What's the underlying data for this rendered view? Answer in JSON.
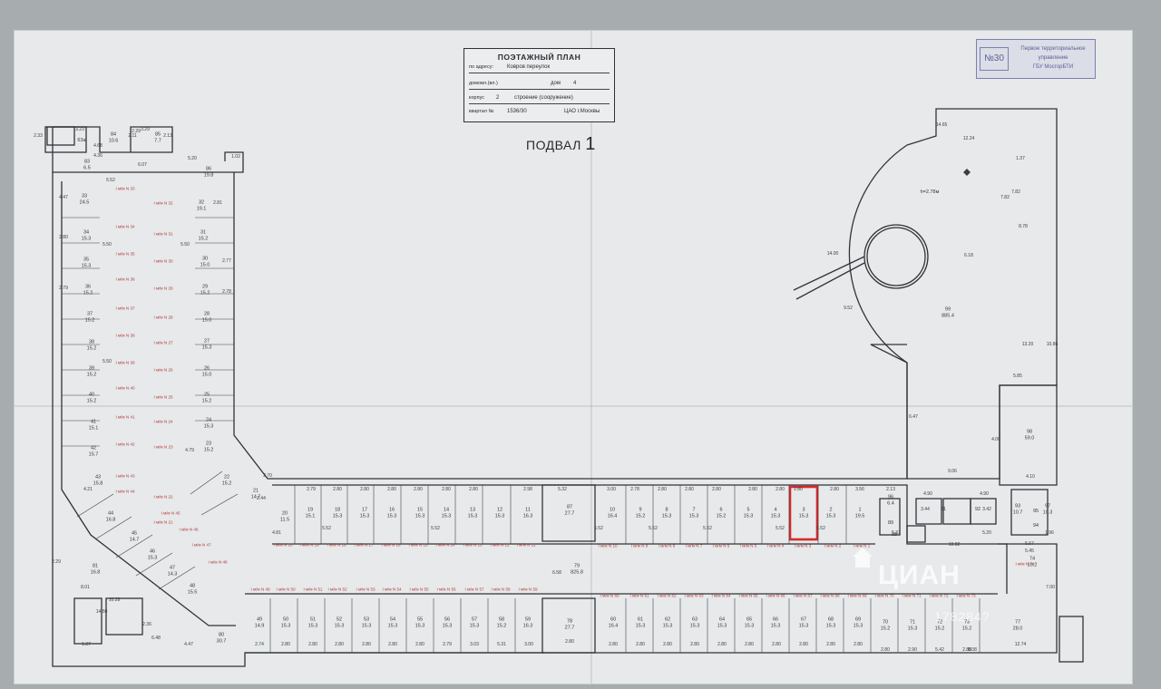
{
  "title_block": {
    "heading": "ПОЭТАЖНЫЙ ПЛАН",
    "address_label": "по адресу:",
    "address_value": "Ковров переулок",
    "house_label": "домовл.(вл.)",
    "house_sub": "дом",
    "house_value": "4",
    "korpus_label": "корпус",
    "korpus_value": "2",
    "building_label": "строение (сооружение)",
    "quarter_label": "квартал №",
    "quarter_value": "1536/30",
    "district_value": "ЦАО г.Москвы"
  },
  "stamp": {
    "number": "№30",
    "org_line1": "Первое территориальное",
    "org_line2": "управление",
    "org_line3": "ГБУ МосгорБТИ"
  },
  "floor_label": {
    "text": "ПОДВАЛ",
    "number": "1"
  },
  "rooms": [
    {
      "id": "84",
      "area": "10.6"
    },
    {
      "id": "85",
      "area": "7.7"
    },
    {
      "id": "63а",
      "area": ""
    },
    {
      "id": "83",
      "area": "6.5"
    },
    {
      "id": "86",
      "area": "19.8"
    },
    {
      "id": "33",
      "area": "24.5"
    },
    {
      "id": "34",
      "area": "15.3"
    },
    {
      "id": "35",
      "area": "15.3"
    },
    {
      "id": "36",
      "area": "15.2"
    },
    {
      "id": "37",
      "area": "15.2"
    },
    {
      "id": "38",
      "area": "15.2"
    },
    {
      "id": "39",
      "area": "15.2"
    },
    {
      "id": "40",
      "area": "15.2"
    },
    {
      "id": "41",
      "area": "15.1"
    },
    {
      "id": "42",
      "area": "15.7"
    },
    {
      "id": "43",
      "area": "15.8"
    },
    {
      "id": "32",
      "area": "19.1"
    },
    {
      "id": "31",
      "area": "15.2"
    },
    {
      "id": "30",
      "area": "15.0"
    },
    {
      "id": "29",
      "area": "15.2"
    },
    {
      "id": "28",
      "area": "15.0"
    },
    {
      "id": "27",
      "area": "15.3"
    },
    {
      "id": "26",
      "area": "15.0"
    },
    {
      "id": "25",
      "area": "15.2"
    },
    {
      "id": "24",
      "area": "15.3"
    },
    {
      "id": "23",
      "area": "15.2"
    },
    {
      "id": "22",
      "area": "15.2"
    },
    {
      "id": "21",
      "area": "14.7"
    },
    {
      "id": "44",
      "area": "16.8"
    },
    {
      "id": "45",
      "area": "14.7"
    },
    {
      "id": "46",
      "area": "15.3"
    },
    {
      "id": "47",
      "area": "14.3"
    },
    {
      "id": "48",
      "area": "15.5"
    },
    {
      "id": "20",
      "area": "11.5"
    },
    {
      "id": "19",
      "area": "15.1"
    },
    {
      "id": "18",
      "area": "15.3"
    },
    {
      "id": "17",
      "area": "15.3"
    },
    {
      "id": "16",
      "area": "15.3"
    },
    {
      "id": "15",
      "area": "15.3"
    },
    {
      "id": "14",
      "area": "15.3"
    },
    {
      "id": "13",
      "area": "15.3"
    },
    {
      "id": "12",
      "area": "15.3"
    },
    {
      "id": "11",
      "area": "16.3"
    },
    {
      "id": "87",
      "area": "27.7"
    },
    {
      "id": "10",
      "area": "16.4"
    },
    {
      "id": "9",
      "area": "15.2"
    },
    {
      "id": "8",
      "area": "15.3"
    },
    {
      "id": "7",
      "area": "15.3"
    },
    {
      "id": "6",
      "area": "15.2"
    },
    {
      "id": "5",
      "area": "15.3"
    },
    {
      "id": "4",
      "area": "15.3"
    },
    {
      "id": "3",
      "area": "15.3"
    },
    {
      "id": "2",
      "area": "15.3"
    },
    {
      "id": "1",
      "area": "19.5"
    },
    {
      "id": "79",
      "area": "825.8"
    },
    {
      "id": "49",
      "area": "14.9"
    },
    {
      "id": "50",
      "area": "15.3"
    },
    {
      "id": "51",
      "area": "15.3"
    },
    {
      "id": "52",
      "area": "15.3"
    },
    {
      "id": "53",
      "area": "15.3"
    },
    {
      "id": "54",
      "area": "15.3"
    },
    {
      "id": "55",
      "area": "15.3"
    },
    {
      "id": "56",
      "area": "15.3"
    },
    {
      "id": "57",
      "area": "15.3"
    },
    {
      "id": "58",
      "area": "15.2"
    },
    {
      "id": "59",
      "area": "16.3"
    },
    {
      "id": "78",
      "area": "27.7"
    },
    {
      "id": "60",
      "area": "16.4"
    },
    {
      "id": "61",
      "area": "15.3"
    },
    {
      "id": "62",
      "area": "15.3"
    },
    {
      "id": "63",
      "area": "15.3"
    },
    {
      "id": "64",
      "area": "15.3"
    },
    {
      "id": "65",
      "area": "15.3"
    },
    {
      "id": "66",
      "area": "15.3"
    },
    {
      "id": "67",
      "area": "15.3"
    },
    {
      "id": "68",
      "area": "15.3"
    },
    {
      "id": "69",
      "area": "15.3"
    },
    {
      "id": "70",
      "area": "15.2"
    },
    {
      "id": "71",
      "area": "15.3"
    },
    {
      "id": "72",
      "area": "15.2"
    },
    {
      "id": "73",
      "area": "15.2"
    },
    {
      "id": "77",
      "area": "28.0"
    },
    {
      "id": "74",
      "area": "19.2"
    },
    {
      "id": "80",
      "area": "30.7"
    },
    {
      "id": "81",
      "area": "16.8"
    },
    {
      "id": "99",
      "area": "885.4"
    },
    {
      "id": "98",
      "area": "59.0"
    },
    {
      "id": "96",
      "area": "6.4"
    },
    {
      "id": "91",
      "area": ""
    },
    {
      "id": "92",
      "area": ""
    },
    {
      "id": "93",
      "area": "10.7"
    },
    {
      "id": "97",
      "area": "10.3"
    },
    {
      "id": "94",
      "area": ""
    },
    {
      "id": "95",
      "area": ""
    },
    {
      "id": "89",
      "area": ""
    },
    {
      "id": "88",
      "area": ""
    }
  ],
  "place_labels": [
    "I м/м N 33",
    "I м/м N 34",
    "I м/м N 35",
    "I м/м N 36",
    "I м/м N 37",
    "I м/м N 38",
    "I м/м N 39",
    "I м/м N 40",
    "I м/м N 41",
    "I м/м N 42",
    "I м/м N 43",
    "I м/м N 44",
    "I м/м N 32",
    "I м/м N 31",
    "I м/м N 30",
    "I м/м N 29",
    "I м/м N 28",
    "I м/м N 27",
    "I м/м N 26",
    "I м/м N 25",
    "I м/м N 24",
    "I м/м N 23",
    "I м/м N 22",
    "I м/м N 21",
    "I м/м N 45",
    "I м/м N 46",
    "I м/м N 47",
    "I м/м N 48",
    "I м/м N 20",
    "I м/м N 19",
    "I м/м N 18",
    "I м/м N 17",
    "I м/м N 16",
    "I м/м N 15",
    "I м/м N 14",
    "I м/м N 13",
    "I м/м N 12",
    "I м/м N 11",
    "I м/м N 10",
    "I м/м N 9",
    "I м/м N 8",
    "I м/м N 7",
    "I м/м N 6",
    "I м/м N 5",
    "I м/м N 4",
    "I м/м N 3",
    "I м/м N 2",
    "I м/м N 1",
    "I м/м N 49",
    "I м/м N 50",
    "I м/м N 51",
    "I м/м N 52",
    "I м/м N 53",
    "I м/м N 54",
    "I м/м N 55",
    "I м/м N 56",
    "I м/м N 57",
    "I м/м N 58",
    "I м/м N 59",
    "I м/м N 60",
    "I м/м N 61",
    "I м/м N 62",
    "I м/м N 63",
    "I м/м N 64",
    "I м/м N 65",
    "I м/м N 66",
    "I м/м N 67",
    "I м/м N 68",
    "I м/м N 69",
    "I м/м N 70",
    "I м/м N 71",
    "I м/м N 72",
    "I м/м N 73",
    "I м/м N 74"
  ],
  "dimensions": [
    "3.23",
    "2.29",
    "3.29",
    "2.33",
    "4.36",
    "2.11",
    "2.13",
    "4.68",
    "5.20",
    "1.02",
    "5.52",
    "6.07",
    "4.47",
    "5.50",
    "2.80",
    "2.81",
    "5.50",
    "2.77",
    "2.79",
    "2.78",
    "5.50",
    "4.79",
    "4.21",
    "2.70",
    "2.44",
    "2.79",
    "2.80",
    "2.80",
    "2.80",
    "2.80",
    "2.80",
    "2.80",
    "2.98",
    "5.32",
    "3.00",
    "2.78",
    "2.80",
    "2.80",
    "2.80",
    "2.80",
    "2.80",
    "2.80",
    "2.80",
    "3.56",
    "2.13",
    "4.81",
    "5.52",
    "6.58",
    "5.52",
    "5.52",
    "5.52",
    "5.52",
    "5.52",
    "5.52",
    "5.31",
    "10.82",
    "3.44",
    "3.42",
    "4.90",
    "4.90",
    "9.06",
    "5.20",
    "1.96",
    "5.67",
    "5.45",
    "7.00",
    "2.74",
    "2.80",
    "2.80",
    "2.80",
    "2.80",
    "2.80",
    "2.80",
    "2.79",
    "3.03",
    "5.31",
    "3.00",
    "2.80",
    "2.80",
    "2.80",
    "2.80",
    "2.80",
    "2.80",
    "2.80",
    "2.80",
    "2.80",
    "2.80",
    "2.80",
    "2.80",
    "2.90",
    "5.42",
    "2.88",
    "8.08",
    "12.74",
    "14.65",
    "12.24",
    "1.37",
    "7.82",
    "7.82",
    "8.78",
    "14.00",
    "9.52",
    "6.18",
    "13.20",
    "10.86",
    "5.85",
    "6.47",
    "4.00",
    "4.10",
    "8.01",
    "10.28",
    "14.50",
    "2.36",
    "6.48",
    "4.47",
    "1.37",
    "2.29"
  ],
  "notes": {
    "height": "h=2.78м"
  },
  "watermark": {
    "text": "ЦИАН",
    "id": "178284?"
  },
  "highlight": {
    "room_id": "3",
    "color": "#d62a2a"
  }
}
